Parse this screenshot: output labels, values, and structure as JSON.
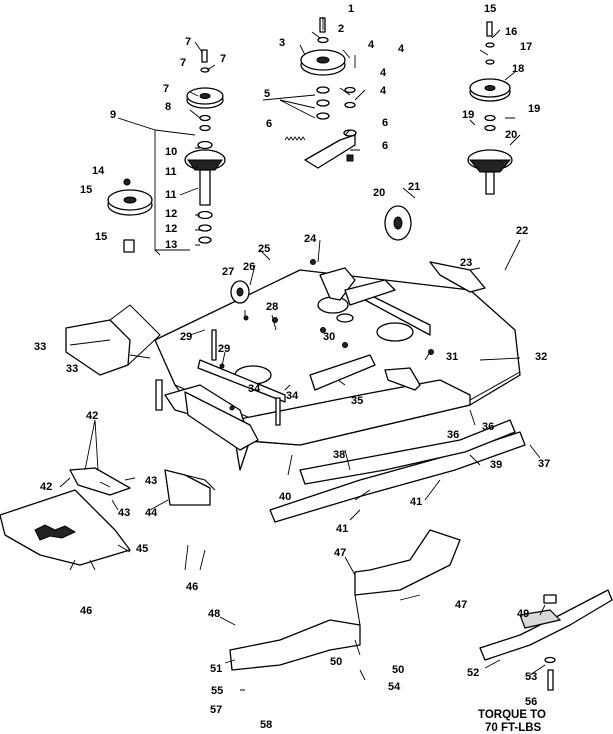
{
  "note": {
    "line1": "TORQUE TO",
    "line2": "70 FT-LBS"
  },
  "labels": [
    "1",
    "2",
    "3",
    "4",
    "4",
    "4",
    "4",
    "5",
    "6",
    "6",
    "6",
    "7",
    "7",
    "7",
    "7",
    "8",
    "9",
    "10",
    "11",
    "11",
    "12",
    "12",
    "13",
    "14",
    "15",
    "15",
    "15",
    "16",
    "17",
    "18",
    "19",
    "19",
    "20",
    "20",
    "21",
    "22",
    "23",
    "24",
    "25",
    "26",
    "27",
    "28",
    "29",
    "29",
    "30",
    "31",
    "32",
    "33",
    "33",
    "34",
    "34",
    "35",
    "36",
    "36",
    "37",
    "38",
    "39",
    "40",
    "41",
    "41",
    "42",
    "42",
    "43",
    "43",
    "44",
    "45",
    "46",
    "46",
    "47",
    "47",
    "48",
    "49",
    "50",
    "50",
    "51",
    "52",
    "53",
    "54",
    "55",
    "56",
    "57",
    "58"
  ]
}
